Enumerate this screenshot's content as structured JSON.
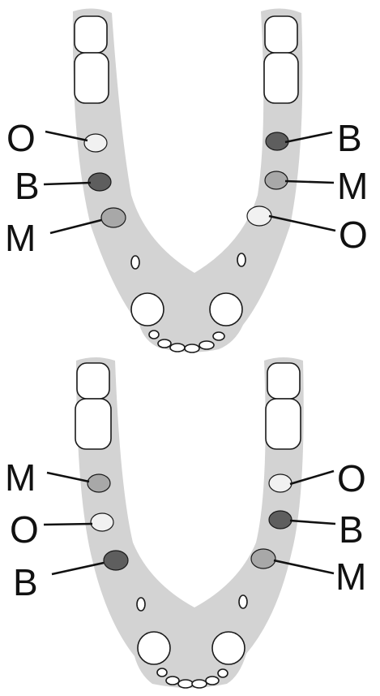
{
  "colors": {
    "background": "#ffffff",
    "jaw_fill": "#d3d3d3",
    "tooth_fill": "#ffffff",
    "outline": "#1a1a1a",
    "marker_O": "#f1f1f1",
    "marker_B": "#5e5e5e",
    "marker_M": "#a8a8a8",
    "label": "#111111"
  },
  "legend": {
    "O": "O",
    "B": "B",
    "M": "M"
  },
  "panels": [
    {
      "name": "upper-arch",
      "left_labels": [
        "O",
        "B",
        "M"
      ],
      "right_labels": [
        "B",
        "M",
        "O"
      ]
    },
    {
      "name": "lower-arch",
      "left_labels": [
        "M",
        "O",
        "B"
      ],
      "right_labels": [
        "O",
        "B",
        "M"
      ]
    }
  ]
}
